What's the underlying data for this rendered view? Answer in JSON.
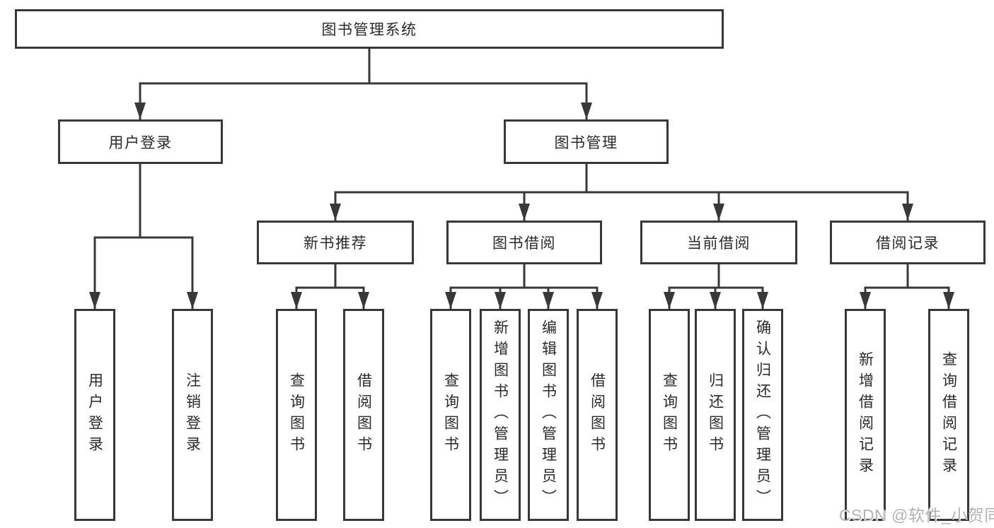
{
  "diagram": {
    "root": {
      "label": "图书管理系统"
    },
    "branches": [
      {
        "label": "用户登录",
        "leaves": [
          {
            "label": "用户登录"
          },
          {
            "label": "注销登录"
          }
        ]
      },
      {
        "label": "图书管理",
        "groups": [
          {
            "label": "新书推荐",
            "leaves": [
              {
                "label": "查询图书"
              },
              {
                "label": "借阅图书"
              }
            ]
          },
          {
            "label": "图书借阅",
            "leaves": [
              {
                "label": "查询图书"
              },
              {
                "label": "新增图书（管理员）"
              },
              {
                "label": "编辑图书（管理员）"
              },
              {
                "label": "借阅图书"
              }
            ]
          },
          {
            "label": "当前借阅",
            "leaves": [
              {
                "label": "查询图书"
              },
              {
                "label": "归还图书"
              },
              {
                "label": "确认归还（管理员）"
              }
            ]
          },
          {
            "label": "借阅记录",
            "leaves": [
              {
                "label": "新增借阅记录"
              },
              {
                "label": "查询借阅记录"
              }
            ]
          }
        ]
      }
    ]
  },
  "watermark": {
    "text": "CSDN @软件_小贺同学"
  },
  "colors": {
    "line": "#383838",
    "text": "#2a2a2a",
    "box_background": "#ffffff",
    "watermark": "#b3b3b5"
  }
}
